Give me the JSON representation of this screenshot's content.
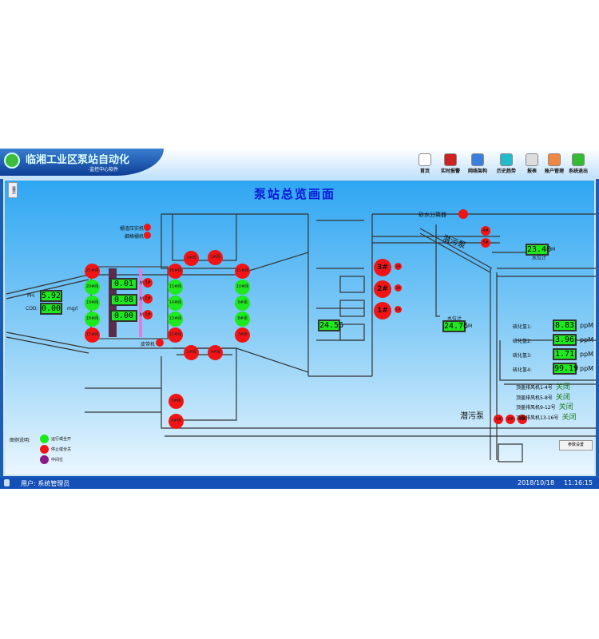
{
  "header": {
    "title": "临湘工业区泵站自动化",
    "subtitle": "-监控中心软件",
    "nav": [
      {
        "label": "首页",
        "icon": "home-icon"
      },
      {
        "label": "实时报警",
        "icon": "alarm-icon"
      },
      {
        "label": "网络架构",
        "icon": "globe-icon"
      },
      {
        "label": "历史趋势",
        "icon": "trend-icon"
      },
      {
        "label": "报表",
        "icon": "report-icon"
      },
      {
        "label": "账户管理",
        "icon": "users-icon"
      },
      {
        "label": "系统退出",
        "icon": "exit-icon"
      }
    ]
  },
  "main": {
    "title": "泵站总览画面",
    "side_button": "显示",
    "ph_label": "PH:",
    "ph": "5.92",
    "cod_label": "COD:",
    "cod": "0.00",
    "cod_unit": "mg/l",
    "labels": {
      "press": "栅渣压实机",
      "grille": "细格栅机",
      "conveyor": "皮带机",
      "sand": "砂水分离器",
      "sewage_pump": "潜污泵",
      "sewage_pump2": "潜污泵",
      "level1": "水位计",
      "level2": "水位计"
    },
    "levels": {
      "grille": [
        "0.01",
        "0.08",
        "0.00"
      ],
      "unit": "M",
      "tank": "24.55",
      "level2": "24.76",
      "level1": "23.40"
    },
    "valves": [
      {
        "label": "21#阀",
        "state": "red"
      },
      {
        "label": "20#阀",
        "state": "green"
      },
      {
        "label": "19#阀",
        "state": "green"
      },
      {
        "label": "18#阀",
        "state": "green"
      },
      {
        "label": "17#阀",
        "state": "red"
      },
      {
        "label": "16#阀",
        "state": "red"
      },
      {
        "label": "15#阀",
        "state": "green"
      },
      {
        "label": "14#阀",
        "state": "green"
      },
      {
        "label": "13#阀",
        "state": "green"
      },
      {
        "label": "12#阀",
        "state": "red"
      },
      {
        "label": "11#阀",
        "state": "red"
      },
      {
        "label": "10#阀",
        "state": "green"
      },
      {
        "label": "9#阀",
        "state": "green"
      },
      {
        "label": "8#阀",
        "state": "green"
      },
      {
        "label": "7#阀",
        "state": "red"
      },
      {
        "label": "2#阀",
        "state": "red"
      },
      {
        "label": "1#阀",
        "state": "red"
      },
      {
        "label": "3#阀",
        "state": "red"
      },
      {
        "label": "4#阀",
        "state": "red"
      },
      {
        "label": "5#阀",
        "state": "red"
      },
      {
        "label": "6#阀",
        "state": "red"
      }
    ],
    "grille_pumps": [
      "3#",
      "2#",
      "1#"
    ],
    "main_pumps": [
      "3#",
      "2#",
      "1#"
    ],
    "small_pumps": [
      "4#",
      "5#"
    ],
    "bottom_pumps": [
      "1#",
      "2#",
      "3#"
    ],
    "h2s": [
      {
        "label": "硫化氢1:",
        "value": "8.83"
      },
      {
        "label": "硫化氢2:",
        "value": "3.96"
      },
      {
        "label": "硫化氢3:",
        "value": "1.71"
      },
      {
        "label": "硫化氢4:",
        "value": "99.19"
      }
    ],
    "h2s_unit": "ppM",
    "fans": [
      {
        "label": "顶盖排风机1-4号",
        "state": "关闭"
      },
      {
        "label": "顶盖排风机5-8号",
        "state": "关闭"
      },
      {
        "label": "顶盖排风机9-12号",
        "state": "关闭"
      },
      {
        "label": "顶盖排风机13-16号",
        "state": "关闭"
      }
    ],
    "legend": {
      "title": "图例说明:",
      "items": [
        "运行或全开",
        "停止或全关",
        "中间位"
      ]
    },
    "param_button": "参数设置"
  },
  "status": {
    "user": "用户: 系统管理员",
    "date": "2018/10/18",
    "time": "11:16:15"
  },
  "colors": {
    "on": "#1ee81e",
    "off": "#f21414",
    "mid": "#8b1a8b"
  }
}
